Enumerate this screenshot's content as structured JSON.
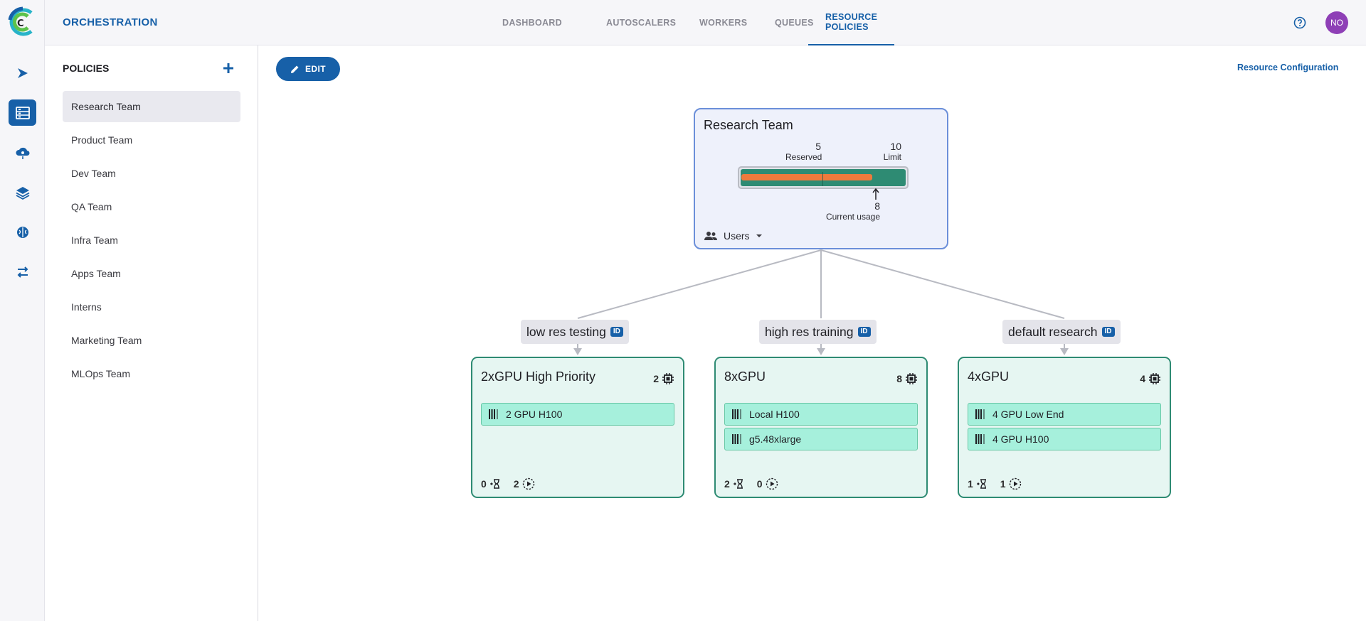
{
  "app": {
    "title": "ORCHESTRATION"
  },
  "tabs": [
    {
      "label": "DASHBOARD",
      "active": false
    },
    {
      "label": "AUTOSCALERS",
      "active": false
    },
    {
      "label": "WORKERS",
      "active": false
    },
    {
      "label": "QUEUES",
      "active": false
    },
    {
      "label": "RESOURCE POLICIES",
      "active": true
    }
  ],
  "user": {
    "initials": "NO",
    "color": "#8e3fb6"
  },
  "sidebar": {
    "title": "POLICIES",
    "items": [
      {
        "label": "Research Team",
        "active": true
      },
      {
        "label": "Product Team"
      },
      {
        "label": "Dev Team"
      },
      {
        "label": "QA Team"
      },
      {
        "label": "Infra Team"
      },
      {
        "label": "Apps Team"
      },
      {
        "label": "Interns"
      },
      {
        "label": "Marketing Team"
      },
      {
        "label": "MLOps Team"
      }
    ]
  },
  "toolbar": {
    "edit_label": "EDIT",
    "resource_config_label": "Resource Configuration"
  },
  "policy": {
    "name": "Research Team",
    "reserved": {
      "value": "5",
      "label": "Reserved"
    },
    "limit": {
      "value": "10",
      "label": "Limit"
    },
    "usage": {
      "value": "8",
      "label": "Current usage"
    },
    "users_label": "Users"
  },
  "queues": [
    {
      "name": "low res testing",
      "badge": "ID"
    },
    {
      "name": "high res training",
      "badge": "ID"
    },
    {
      "name": "default research",
      "badge": "ID"
    }
  ],
  "pools": [
    {
      "name": "2xGPU High Priority",
      "count": "2",
      "resources": [
        "2 GPU H100"
      ],
      "pending": "0",
      "running": "2"
    },
    {
      "name": "8xGPU",
      "count": "8",
      "resources": [
        "Local H100",
        "g5.48xlarge"
      ],
      "pending": "2",
      "running": "0"
    },
    {
      "name": "4xGPU",
      "count": "4",
      "resources": [
        "4 GPU Low End",
        "4 GPU H100"
      ],
      "pending": "1",
      "running": "1"
    }
  ],
  "colors": {
    "accent": "#1760a8",
    "pool_border": "#2e8b73",
    "pool_bg": "#e6f6f2",
    "usage_bar": "#ef7a3c",
    "capacity_bar": "#2e8b73"
  },
  "icons": [
    "clear-logo-icon",
    "pipelines-icon",
    "orchestration-icon",
    "cloud-gear-icon",
    "layers-icon",
    "brain-icon",
    "workflow-icon",
    "help-icon",
    "add-icon",
    "edit-pencil-icon",
    "users-icon",
    "chevron-down-icon",
    "chip-icon",
    "resource-bars-icon",
    "hourglass-icon",
    "play-icon"
  ]
}
